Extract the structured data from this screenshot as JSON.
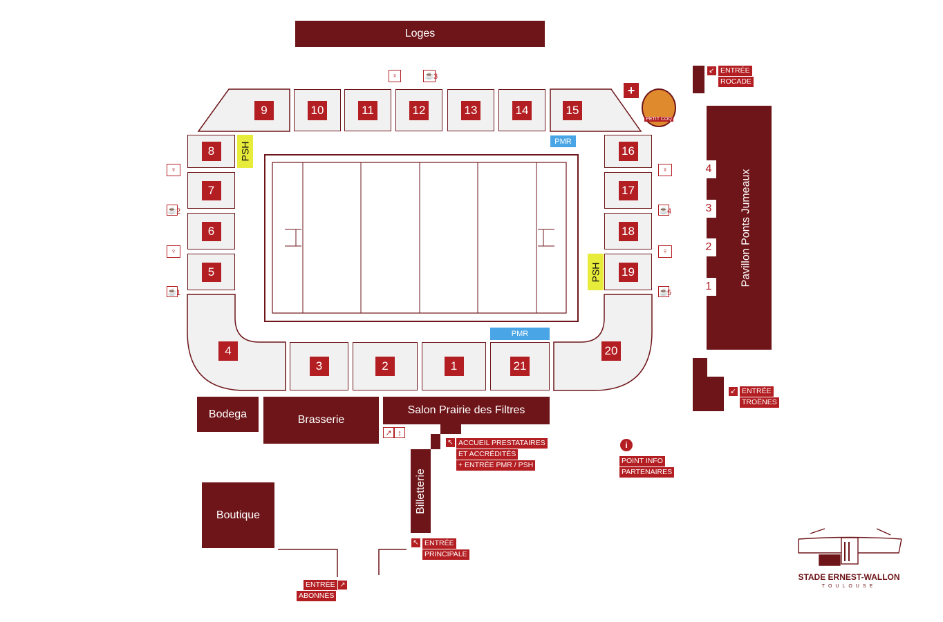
{
  "buildings": {
    "loges": "Loges",
    "bodega": "Bodega",
    "brasserie": "Brasserie",
    "salon": "Salon Prairie des Filtres",
    "boutique": "Boutique",
    "billetterie": "Billetterie",
    "pavillon": "Pavillon Ponts Jumeaux"
  },
  "sections": {
    "s1": "1",
    "s2": "2",
    "s3": "3",
    "s4": "4",
    "s5": "5",
    "s6": "6",
    "s7": "7",
    "s8": "8",
    "s9": "9",
    "s10": "10",
    "s11": "11",
    "s12": "12",
    "s13": "13",
    "s14": "14",
    "s15": "15",
    "s16": "16",
    "s17": "17",
    "s18": "18",
    "s19": "19",
    "s20": "20",
    "s21": "21"
  },
  "pavillon_levels": [
    "4",
    "3",
    "2",
    "1"
  ],
  "pmr": "PMR",
  "psh": "PSH",
  "entrances": {
    "rocade": [
      "ENTRÉE",
      "ROCADE"
    ],
    "troenes": [
      "ENTRÉE",
      "TROËNES"
    ],
    "principale": [
      "ENTRÉE",
      "PRINCIPALE"
    ],
    "abonnes": [
      "ENTRÉE",
      "ABONNÉS"
    ],
    "accueil": [
      "ACCUEIL PRESTATAIRES",
      "ET ACCRÉDITÉS",
      "+ ENTRÉE PMR / PSH"
    ]
  },
  "info": [
    "POINT INFO",
    "PARTENAIRES"
  ],
  "buvettes": {
    "b1": "1",
    "b2": "2",
    "b3": "3",
    "b4": "4",
    "b5": "5"
  },
  "logo": {
    "name": "STADE ERNEST-WALLON",
    "city": "TOULOUSE"
  },
  "mascot": "PETIT COQ",
  "colors": {
    "primary": "#6e1519",
    "accent": "#b31e22",
    "pmr": "#4aa5e6",
    "psh": "#e7eb3a",
    "section_fill": "#f1f1f1"
  }
}
